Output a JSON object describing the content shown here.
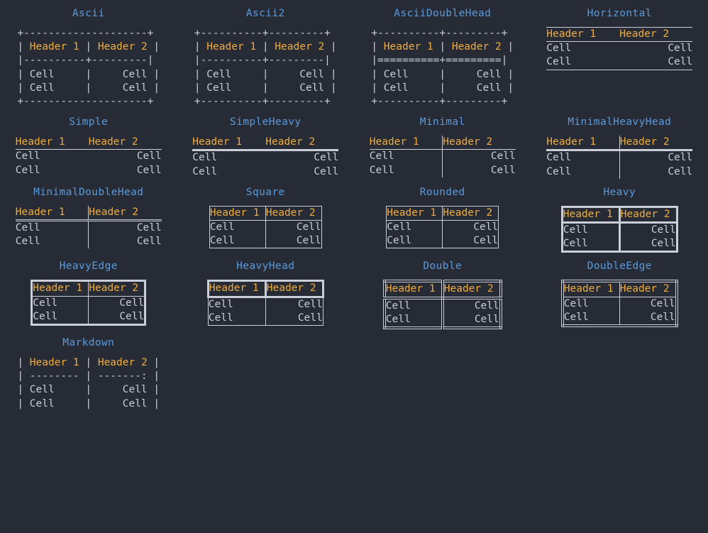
{
  "theme": {
    "background": "#272b36",
    "title_color": "#5b9bdc",
    "header_color": "#f0ad3e",
    "cell_color": "#c9ced8",
    "border_color": "#c9ced8"
  },
  "labels": {
    "header1": "Header 1",
    "header2": "Header 2",
    "cell": "Cell"
  },
  "tables": [
    {
      "name": "Ascii",
      "title": "Ascii",
      "mode": "ascii",
      "lines": [
        {
          "text": "+---------+---------+",
          "kind": "rule"
        },
        {
          "text": "| Header 1 | Header 2 |",
          "kind": "header"
        },
        {
          "text": "|----------+----------|",
          "kind": "rule"
        },
        {
          "text": "| Cell     |     Cell |",
          "kind": "body"
        },
        {
          "text": "| Cell     |     Cell |",
          "kind": "body"
        },
        {
          "text": "+---------+---------+",
          "kind": "rule"
        }
      ]
    },
    {
      "name": "Ascii2",
      "title": "Ascii2",
      "mode": "ascii",
      "lines": [
        {
          "text": "+---------+---------+",
          "kind": "rule"
        },
        {
          "text": "| Header 1 | Header 2 |",
          "kind": "header"
        },
        {
          "text": "|----------+----------|",
          "kind": "rule"
        },
        {
          "text": "| Cell     |     Cell |",
          "kind": "body"
        },
        {
          "text": "| Cell     |     Cell |",
          "kind": "body"
        },
        {
          "text": "+---------+---------+",
          "kind": "rule"
        }
      ]
    },
    {
      "name": "AsciiDoubleHead",
      "title": "AsciiDoubleHead",
      "mode": "ascii",
      "lines": [
        {
          "text": "+---------+---------+",
          "kind": "rule"
        },
        {
          "text": "| Header 1 | Header 2 |",
          "kind": "header"
        },
        {
          "text": "|==========+==========|",
          "kind": "rule"
        },
        {
          "text": "| Cell     |     Cell |",
          "kind": "body"
        },
        {
          "text": "| Cell     |     Cell |",
          "kind": "body"
        },
        {
          "text": "+---------+---------+",
          "kind": "rule"
        }
      ]
    },
    {
      "name": "Horizontal",
      "title": "Horizontal",
      "mode": "box"
    },
    {
      "name": "Simple",
      "title": "Simple",
      "mode": "box"
    },
    {
      "name": "SimpleHeavy",
      "title": "SimpleHeavy",
      "mode": "box"
    },
    {
      "name": "Minimal",
      "title": "Minimal",
      "mode": "box"
    },
    {
      "name": "MinimalHeavyHead",
      "title": "MinimalHeavyHead",
      "mode": "box"
    },
    {
      "name": "MinimalDoubleHead",
      "title": "MinimalDoubleHead",
      "mode": "box"
    },
    {
      "name": "Square",
      "title": "Square",
      "mode": "box"
    },
    {
      "name": "Rounded",
      "title": "Rounded",
      "mode": "box"
    },
    {
      "name": "Heavy",
      "title": "Heavy",
      "mode": "box"
    },
    {
      "name": "HeavyEdge",
      "title": "HeavyEdge",
      "mode": "box"
    },
    {
      "name": "HeavyHead",
      "title": "HeavyHead",
      "mode": "box"
    },
    {
      "name": "Double",
      "title": "Double",
      "mode": "box"
    },
    {
      "name": "DoubleEdge",
      "title": "DoubleEdge",
      "mode": "box"
    },
    {
      "name": "Markdown",
      "title": "Markdown",
      "mode": "ascii",
      "lines": [
        {
          "text": "| Header 1 | Header 2 |",
          "kind": "header"
        },
        {
          "text": "| -------- | -------: |",
          "kind": "rule"
        },
        {
          "text": "| Cell     |     Cell |",
          "kind": "body"
        },
        {
          "text": "| Cell     |     Cell |",
          "kind": "body"
        }
      ]
    }
  ],
  "ascii": {
    "ascii": {
      "top": "+--------------------+",
      "head": [
        "| ",
        "Header 1",
        " | ",
        "Header 2",
        " |"
      ],
      "sep": "|----------+---------|",
      "row": "| Cell     |     Cell |",
      "bottom": "+--------------------+"
    },
    "ascii2": {
      "top": "+----------+---------+",
      "sep": "|----------+---------|",
      "bottom": "+----------+---------+"
    },
    "asciidoublehead": {
      "top": "+----------+---------+",
      "sep": "|==========+=========|",
      "bottom": "+----------+---------+"
    },
    "markdown": {
      "sep": "| -------- | -------: |"
    }
  }
}
